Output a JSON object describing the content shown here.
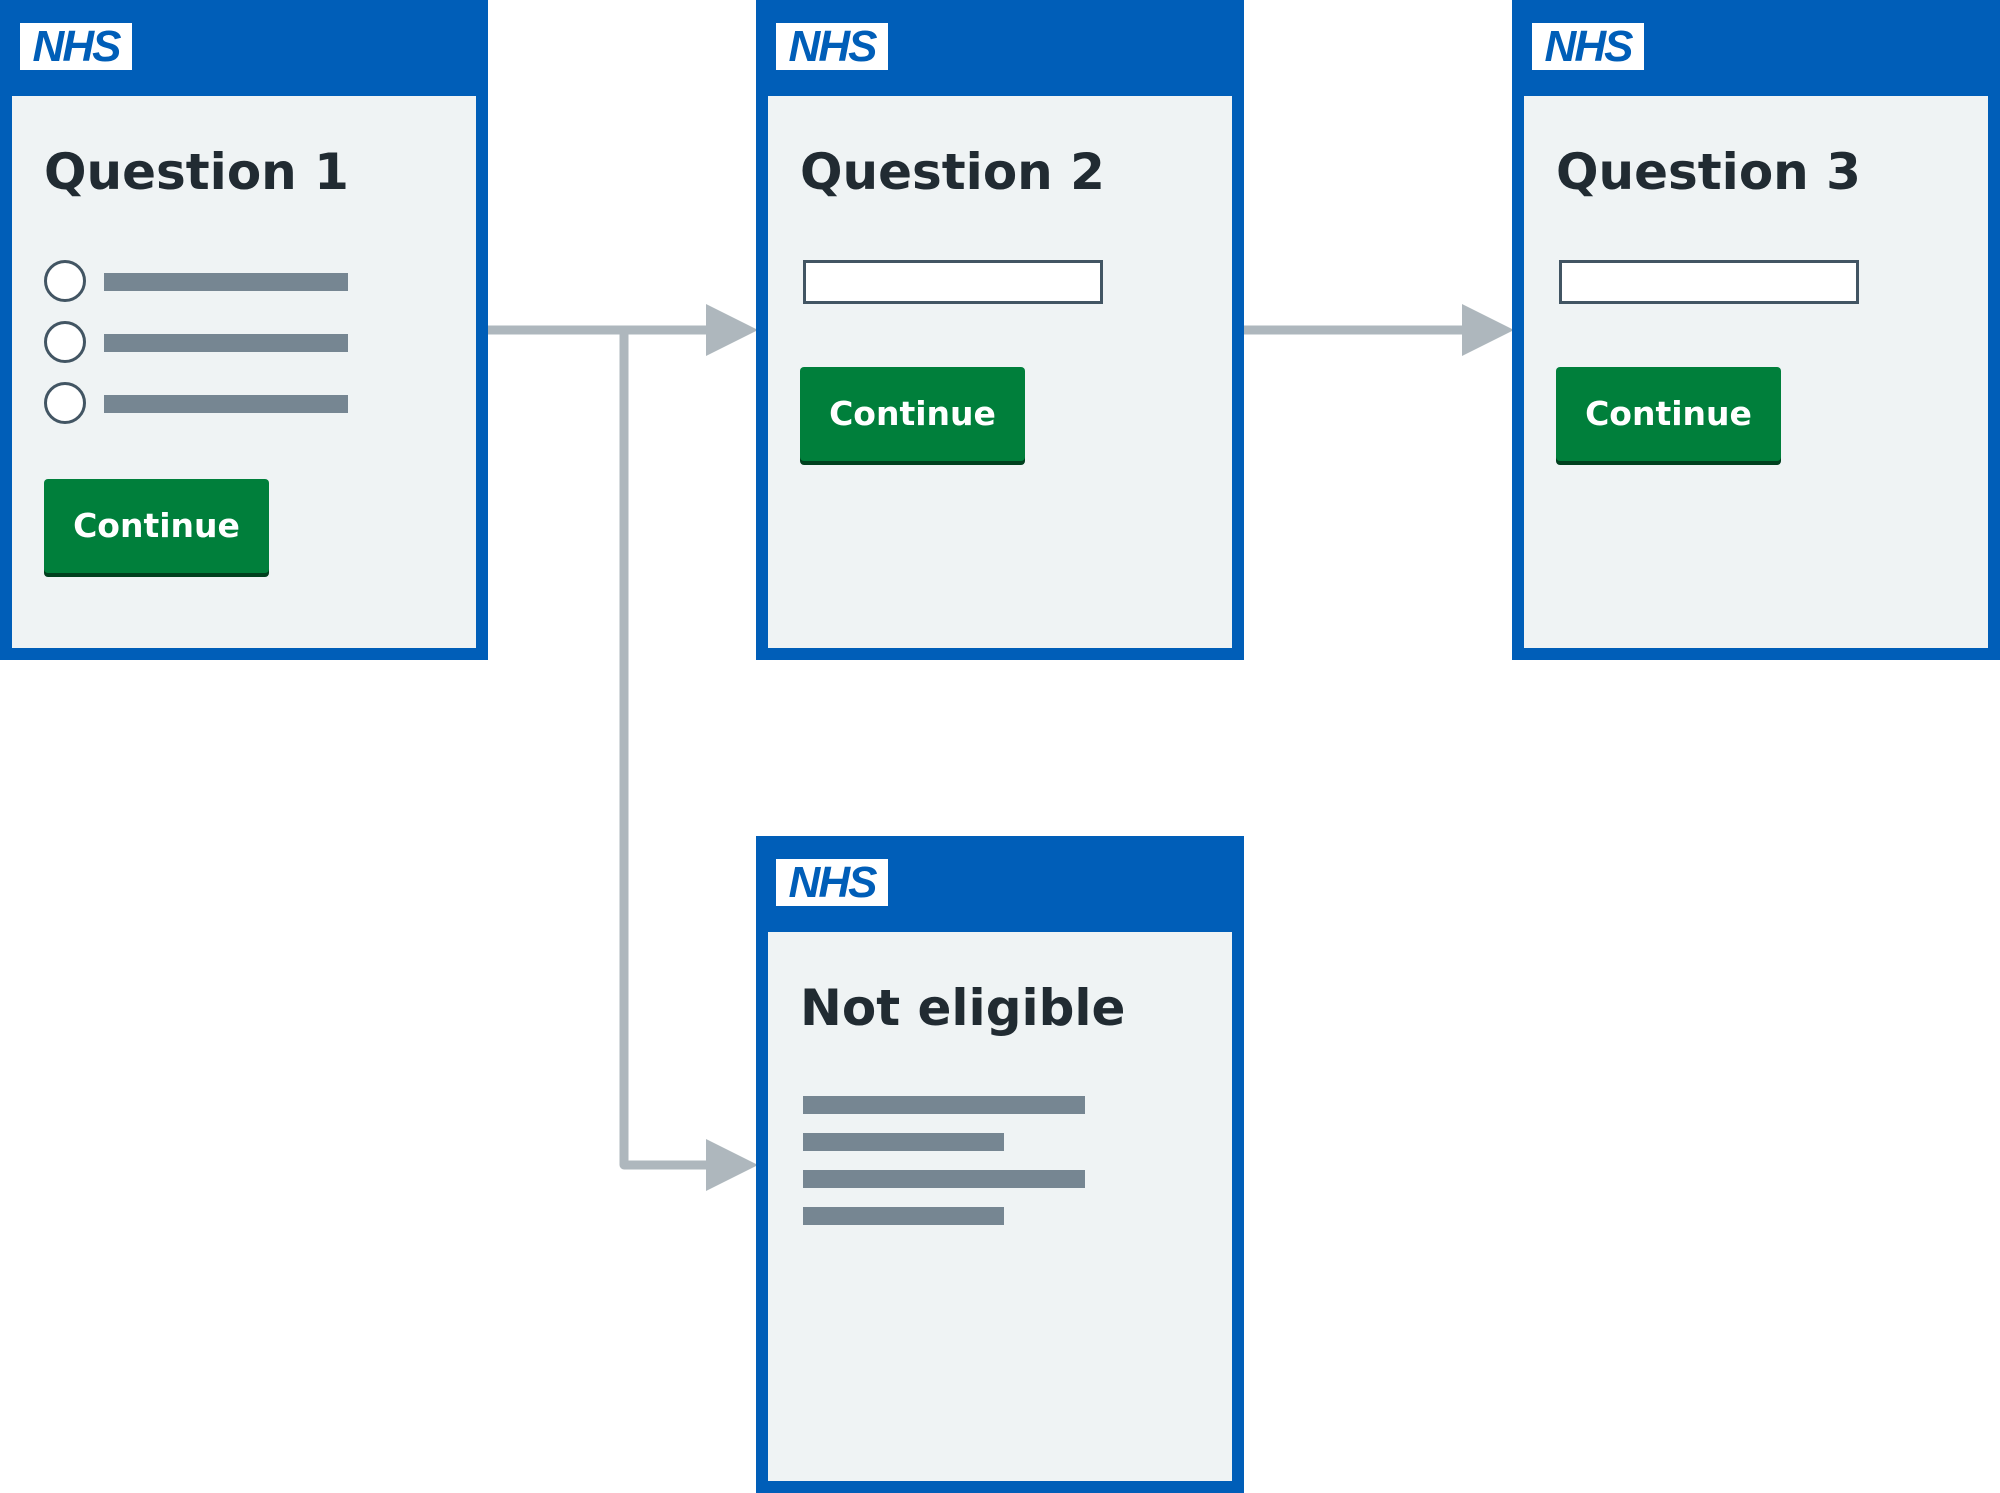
{
  "logo_text": "NHS",
  "colors": {
    "nhs_blue": "#005eb8",
    "panel_background": "#eff3f4",
    "button_green": "#007f3b",
    "connector_grey": "#aeb7bd",
    "placeholder_grey": "#768692",
    "text_dark": "#212b32"
  },
  "panels": {
    "question_1": {
      "title": "Question 1",
      "button_label": "Continue",
      "radio_options": [
        "placeholder",
        "placeholder",
        "placeholder"
      ]
    },
    "question_2": {
      "title": "Question 2",
      "button_label": "Continue"
    },
    "question_3": {
      "title": "Question 3",
      "button_label": "Continue"
    },
    "not_eligible": {
      "title": "Not eligible"
    }
  },
  "connections": [
    {
      "from": "Question 1",
      "to": "Question 2"
    },
    {
      "from": "Question 2",
      "to": "Question 3"
    },
    {
      "from": "Question 1",
      "to": "Not eligible"
    }
  ]
}
